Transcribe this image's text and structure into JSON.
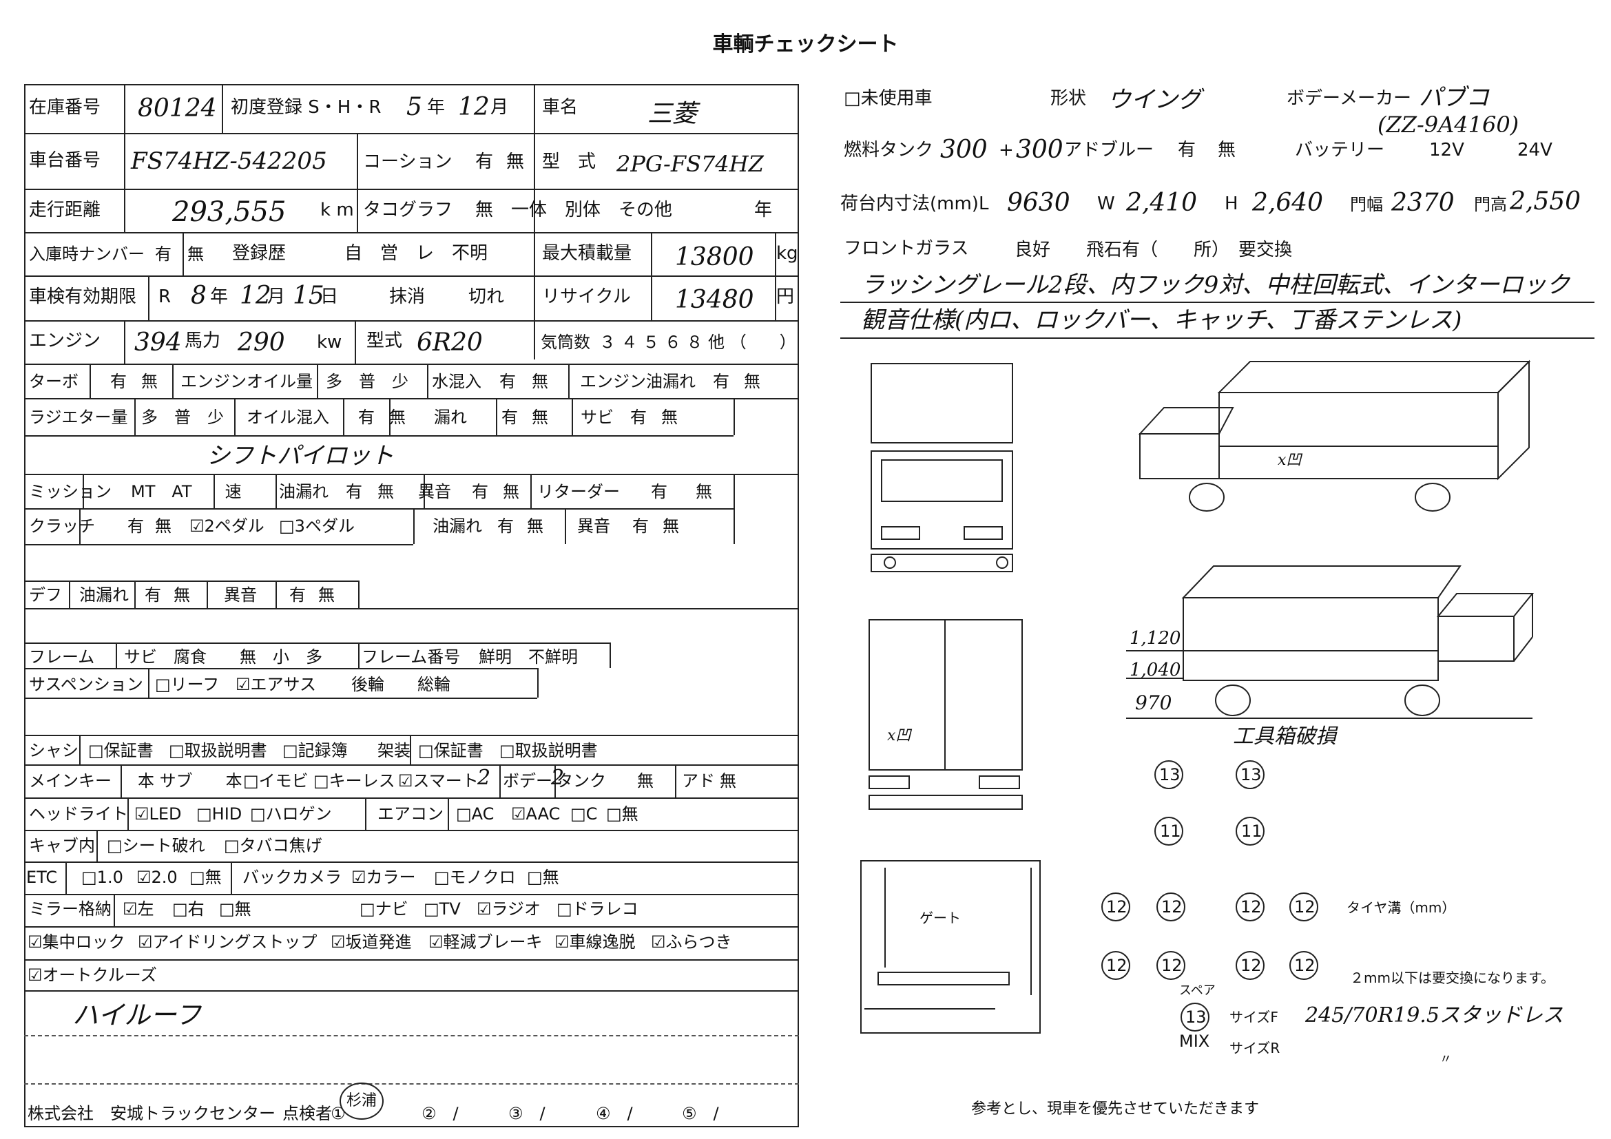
{
  "title": "車輌チェックシート",
  "left": {
    "stock_no_label": "在庫番号",
    "stock_no": "80124",
    "first_reg_label": "初度登録 S・H・R",
    "first_reg_year": "5",
    "year": "年",
    "first_reg_month": "12",
    "month": "月",
    "car_name_label": "車名",
    "car_name": "三菱",
    "chassis_no_label": "車台番号",
    "chassis_no": "FS74HZ-542205",
    "coating_label": "コーション",
    "has": "有",
    "none": "無",
    "model_label": "型　式",
    "model": "2PG-FS74HZ",
    "mileage_label": "走行距離",
    "mileage": "293,555",
    "km": "k m",
    "tacho_label": "タコグラフ",
    "tacho_opts": "無　一体　別体　その他",
    "tacho_year": "年",
    "plate_label": "入庫時ナンバー",
    "reg_label": "登録歴",
    "reg_opts": "自　営　レ　不明",
    "max_load_label": "最大積載量",
    "max_load": "13800",
    "kg": "kg",
    "inspection_label": "車検有効期限",
    "inspection_era": "R",
    "inspection_year": "8",
    "inspection_month": "12",
    "inspection_day": "15",
    "day": "日",
    "massho": "抹消",
    "kire": "切れ",
    "recycle_label": "リサイクル",
    "recycle": "13480",
    "yen": "円",
    "engine_label": "エンジン",
    "engine": "394",
    "hp_label": "馬力",
    "hp": "290",
    "kw": "kw",
    "engine_model_label": "型式",
    "engine_model": "6R20",
    "cyl_label": "気筒数",
    "cyl_opts": "３ ４ ５ ６ ８ 他 （　　）",
    "turbo_label": "ターボ",
    "oil_amount_label": "エンジンオイル量",
    "oil_amount_opts": "多　普　少",
    "water_mix_label": "水混入",
    "engine_leak_label": "エンジン油漏れ",
    "radiator_label": "ラジエター量",
    "radiator_opts": "多　普　少",
    "oil_mix_label": "オイル混入",
    "leak_label": "漏れ",
    "rust_label": "サビ",
    "shift_note": "シフトパイロット",
    "mission_label": "ミッション",
    "mission_opts": "MT　AT　　速",
    "oil_leak_label": "油漏れ",
    "noise_label": "異音",
    "retarder_label": "リターダー",
    "clutch_label": "クラッチ",
    "pedal2": "☑2ペダル",
    "pedal3": "□3ペダル",
    "diff_label": "デフ",
    "frame_label": "フレーム",
    "frame_opts": "サビ　腐食　　無　小　多",
    "frame_no_label": "フレーム番号",
    "frame_no_opts": "鮮明　不鮮明",
    "susp_label": "サスペンション",
    "susp_leaf": "□リーフ",
    "susp_air": "☑エアサス",
    "susp_opts": "後輪　　総輪",
    "chassis_label": "シャシ",
    "warranty": "□保証書",
    "manual": "□取扱説明書",
    "record": "□記録簿",
    "body_label": "架装",
    "mainkey_label": "メインキー",
    "mainkey_opts": "本 サブ　　本",
    "immobi": "□イモビ",
    "keyless": "□キーレス",
    "smart": "☑スマート",
    "smart_count": "2",
    "body_key_label": "ボデー",
    "body_key_count": "2",
    "tank_key_label": "タンク",
    "ad_key_label": "アド",
    "headlight_label": "ヘッドライト",
    "led": "☑LED",
    "hid": "□HID",
    "halogen": "□ハロゲン",
    "aircon_label": "エアコン",
    "ac": "□AC",
    "aac": "☑AAC",
    "ic": "□C",
    "ac_none": "□無",
    "cab_label": "キャブ内",
    "seat_tear": "□シート破れ",
    "cig_burn": "□タバコ焦げ",
    "etc_label": "ETC",
    "etc1": "□1.0",
    "etc2": "☑2.0",
    "etc_none": "□無",
    "backcam_label": "バックカメラ",
    "color_cam": "☑カラー",
    "mono_cam": "□モノクロ",
    "cam_none": "□無",
    "mirror_label": "ミラー格納",
    "left_m": "☑左",
    "right_m": "□右",
    "mirror_none": "□無",
    "navi": "□ナビ",
    "tv": "□TV",
    "radio": "☑ラジオ",
    "dashcam": "□ドラレコ",
    "opt_row": [
      "☑集中ロック",
      "☑アイドリングストップ",
      "☑坂道発進",
      "☑軽減ブレーキ",
      "☑車線逸脱",
      "☑ふらつき"
    ],
    "cruise": "☑オートクルーズ",
    "memo": "ハイルーフ",
    "company": "株式会社　安城トラックセンター",
    "inspector_label": "点検者",
    "inspector_slots": [
      "①",
      "②　/",
      "③　/",
      "④　/",
      "⑤　/"
    ],
    "inspector_stamp": "杉浦"
  },
  "right": {
    "unused": "□未使用車",
    "shape_label": "形状",
    "shape": "ウイング",
    "body_maker_label": "ボデーメーカー",
    "body_maker": "パブコ",
    "body_maker_model": "(ZZ-9A4160)",
    "fuel_label": "燃料タンク",
    "fuel1": "300",
    "fuel_plus": "+",
    "fuel2": "300",
    "adblue_label": "アドブルー",
    "has": "有",
    "none": "無",
    "battery_label": "バッテリー",
    "v12": "12V",
    "v24": "24V",
    "cargo_label": "荷台内寸法(mm)L",
    "cargo_l": "9630",
    "w_label": "W",
    "cargo_w": "2,410",
    "h_label": "H",
    "cargo_h": "2,640",
    "gate_w_label": "門幅",
    "gate_w": "2370",
    "gate_h_label": "門高",
    "gate_h": "2,550",
    "glass_label": "フロントガラス",
    "glass_opts": "良好　　飛石有（　　所）　要交換",
    "note1": "ラッシングレール2段、内フック9対、中柱回転式、インターロック",
    "note2": "観音仕様(内ロ、ロックバー、キャッチ、丁番ステンレス)",
    "dent": "x凹",
    "dent2": "x凹",
    "h1": "1,120",
    "h2": "1,040",
    "h3": "970",
    "tool_box": "工具箱破損",
    "gate_label": "ゲート",
    "tread_front": [
      "13",
      "13"
    ],
    "tread_mid": [
      "11",
      "11"
    ],
    "tread_rear1": [
      "12",
      "12",
      "12",
      "12"
    ],
    "tread_rear2": [
      "12",
      "12",
      "12",
      "12"
    ],
    "tread_label": "タイヤ溝（mm）",
    "tread_note": "２mm以下は要交換になります。",
    "spare_label": "スペア",
    "spare": "13",
    "size_f_label": "サイズF",
    "size_f": "245/70R19.5スタッドレス",
    "mix": "MIX",
    "size_r_label": "サイズR",
    "size_r_mark": "〃",
    "footer": "参考とし、現車を優先させていただきます"
  }
}
